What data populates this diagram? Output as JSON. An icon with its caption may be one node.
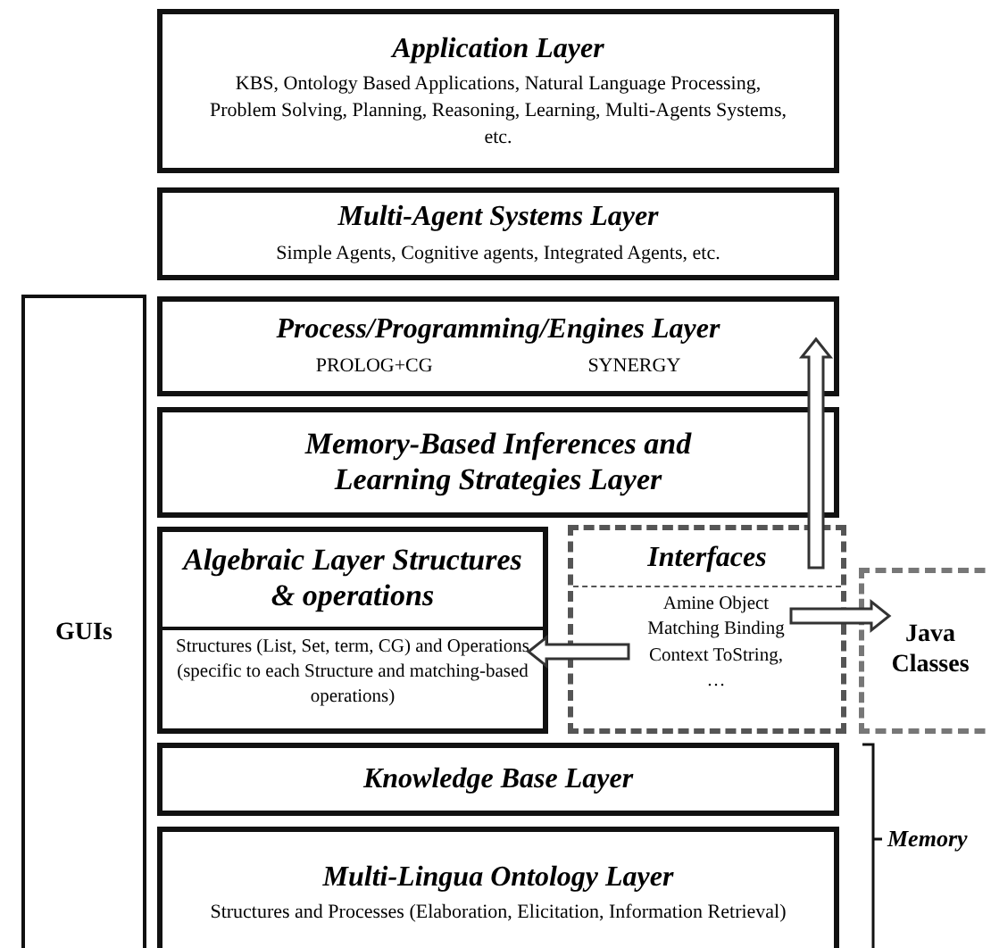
{
  "diagram": {
    "nodes": [
      {
        "text": [
          "Application Layer",
          "KBS, Ontology Based Applications, Natural Language Processing, Problem Solving, Planning, Reasoning, Learning, Multi-Agents Systems, etc."
        ]
      },
      {
        "text": [
          "Multi-Agent Systems Layer",
          "Simple Agents, Cognitive agents, Integrated Agents, etc."
        ]
      },
      {
        "text": [
          "Process/Programming/Engines Layer",
          "PROLOG+CG",
          "SYNERGY"
        ]
      },
      {
        "text": [
          "Memory-Based Inferences and Learning Strategies Layer"
        ]
      },
      {
        "text": [
          "Algebraic Layer Structures & operations",
          "Structures (List, Set, term, CG) and Operations (specific to each Structure and matching-based operations)"
        ]
      },
      {
        "text": [
          "Interfaces",
          "Amine Object Matching Binding Context ToString, …"
        ]
      },
      {
        "text": [
          "Java Classes"
        ]
      },
      {
        "text": [
          "Knowledge Base Layer"
        ]
      },
      {
        "text": [
          "Multi-Lingua Ontology Layer",
          "Structures and Processes (Elaboration, Elicitation, Information Retrieval)"
        ]
      },
      {
        "text": [
          "GUIs"
        ]
      }
    ],
    "edges": [
      {
        "from": 5,
        "to": 2,
        "arrow": "to",
        "style": "thick"
      },
      {
        "from": 5,
        "to": 4,
        "arrow": "to",
        "style": "thick"
      },
      {
        "from": 5,
        "to": 6,
        "arrow": "to",
        "style": "thick"
      }
    ],
    "labels": [
      "Memory"
    ]
  }
}
